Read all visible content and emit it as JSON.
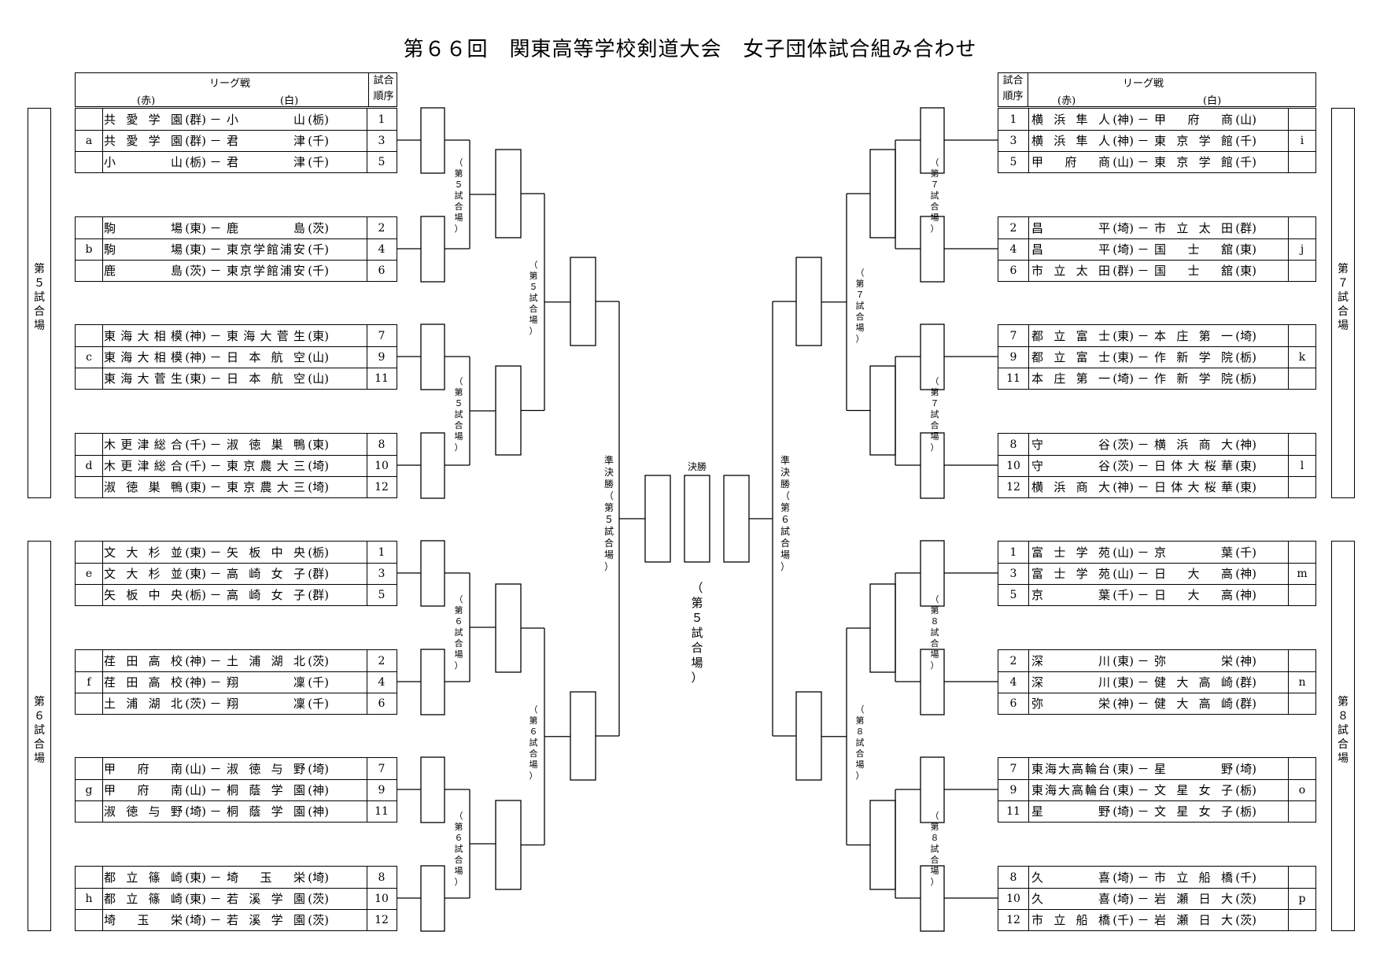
{
  "title": "第６６回　関東高等学校剣道大会　女子団体試合組み合わせ",
  "header": {
    "league": "リーグ戦",
    "red": "(赤)",
    "white": "(白)",
    "order": "試合順序"
  },
  "venues": {
    "left_top": "第５試合場",
    "left_bottom": "第６試合場",
    "right_top": "第７試合場",
    "right_bottom": "第８試合場"
  },
  "groups_left": [
    {
      "id": "a",
      "matches": [
        {
          "red": "共愛学園",
          "rp": "(群)",
          "white": "小山",
          "wp": "(栃)",
          "order": "1"
        },
        {
          "red": "共愛学園",
          "rp": "(群)",
          "white": "君津",
          "wp": "(千)",
          "order": "3"
        },
        {
          "red": "小山",
          "rp": "(栃)",
          "white": "君津",
          "wp": "(千)",
          "order": "5"
        }
      ]
    },
    {
      "id": "b",
      "matches": [
        {
          "red": "駒場",
          "rp": "(東)",
          "white": "鹿島",
          "wp": "(茨)",
          "order": "2"
        },
        {
          "red": "駒場",
          "rp": "(東)",
          "white": "東京学館浦安",
          "wp": "(千)",
          "order": "4"
        },
        {
          "red": "鹿島",
          "rp": "(茨)",
          "white": "東京学館浦安",
          "wp": "(千)",
          "order": "6"
        }
      ]
    },
    {
      "id": "c",
      "matches": [
        {
          "red": "東海大相模",
          "rp": "(神)",
          "white": "東海大菅生",
          "wp": "(東)",
          "order": "7"
        },
        {
          "red": "東海大相模",
          "rp": "(神)",
          "white": "日本航空",
          "wp": "(山)",
          "order": "9"
        },
        {
          "red": "東海大菅生",
          "rp": "(東)",
          "white": "日本航空",
          "wp": "(山)",
          "order": "11"
        }
      ]
    },
    {
      "id": "d",
      "matches": [
        {
          "red": "木更津総合",
          "rp": "(千)",
          "white": "淑徳巣鴨",
          "wp": "(東)",
          "order": "8"
        },
        {
          "red": "木更津総合",
          "rp": "(千)",
          "white": "東京農大三",
          "wp": "(埼)",
          "order": "10"
        },
        {
          "red": "淑徳巣鴨",
          "rp": "(東)",
          "white": "東京農大三",
          "wp": "(埼)",
          "order": "12"
        }
      ]
    },
    {
      "id": "e",
      "matches": [
        {
          "red": "文大杉並",
          "rp": "(東)",
          "white": "矢板中央",
          "wp": "(栃)",
          "order": "1"
        },
        {
          "red": "文大杉並",
          "rp": "(東)",
          "white": "高崎女子",
          "wp": "(群)",
          "order": "3"
        },
        {
          "red": "矢板中央",
          "rp": "(栃)",
          "white": "高崎女子",
          "wp": "(群)",
          "order": "5"
        }
      ]
    },
    {
      "id": "f",
      "matches": [
        {
          "red": "荏田高校",
          "rp": "(神)",
          "white": "土浦湖北",
          "wp": "(茨)",
          "order": "2"
        },
        {
          "red": "荏田高校",
          "rp": "(神)",
          "white": "翔凜",
          "wp": "(千)",
          "order": "4"
        },
        {
          "red": "土浦湖北",
          "rp": "(茨)",
          "white": "翔凜",
          "wp": "(千)",
          "order": "6"
        }
      ]
    },
    {
      "id": "g",
      "matches": [
        {
          "red": "甲府南",
          "rp": "(山)",
          "white": "淑徳与野",
          "wp": "(埼)",
          "order": "7"
        },
        {
          "red": "甲府南",
          "rp": "(山)",
          "white": "桐蔭学園",
          "wp": "(神)",
          "order": "9"
        },
        {
          "red": "淑徳与野",
          "rp": "(埼)",
          "white": "桐蔭学園",
          "wp": "(神)",
          "order": "11"
        }
      ]
    },
    {
      "id": "h",
      "matches": [
        {
          "red": "都立篠崎",
          "rp": "(東)",
          "white": "埼玉栄",
          "wp": "(埼)",
          "order": "8"
        },
        {
          "red": "都立篠崎",
          "rp": "(東)",
          "white": "若溪学園",
          "wp": "(茨)",
          "order": "10"
        },
        {
          "red": "埼玉栄",
          "rp": "(埼)",
          "white": "若溪学園",
          "wp": "(茨)",
          "order": "12"
        }
      ]
    }
  ],
  "groups_right": [
    {
      "id": "i",
      "matches": [
        {
          "red": "横浜隼人",
          "rp": "(神)",
          "white": "甲府商",
          "wp": "(山)",
          "order": "1"
        },
        {
          "red": "横浜隼人",
          "rp": "(神)",
          "white": "東京学館",
          "wp": "(千)",
          "order": "3"
        },
        {
          "red": "甲府商",
          "rp": "(山)",
          "white": "東京学館",
          "wp": "(千)",
          "order": "5"
        }
      ]
    },
    {
      "id": "j",
      "matches": [
        {
          "red": "昌平",
          "rp": "(埼)",
          "white": "市立太田",
          "wp": "(群)",
          "order": "2"
        },
        {
          "red": "昌平",
          "rp": "(埼)",
          "white": "国士舘",
          "wp": "(東)",
          "order": "4"
        },
        {
          "red": "市立太田",
          "rp": "(群)",
          "white": "国士舘",
          "wp": "(東)",
          "order": "6"
        }
      ]
    },
    {
      "id": "k",
      "matches": [
        {
          "red": "都立富士",
          "rp": "(東)",
          "white": "本庄第一",
          "wp": "(埼)",
          "order": "7"
        },
        {
          "red": "都立富士",
          "rp": "(東)",
          "white": "作新学院",
          "wp": "(栃)",
          "order": "9"
        },
        {
          "red": "本庄第一",
          "rp": "(埼)",
          "white": "作新学院",
          "wp": "(栃)",
          "order": "11"
        }
      ]
    },
    {
      "id": "l",
      "matches": [
        {
          "red": "守谷",
          "rp": "(茨)",
          "white": "横浜商大",
          "wp": "(神)",
          "order": "8"
        },
        {
          "red": "守谷",
          "rp": "(茨)",
          "white": "日体大桜華",
          "wp": "(東)",
          "order": "10"
        },
        {
          "red": "横浜商大",
          "rp": "(神)",
          "white": "日体大桜華",
          "wp": "(東)",
          "order": "12"
        }
      ]
    },
    {
      "id": "m",
      "matches": [
        {
          "red": "富士学苑",
          "rp": "(山)",
          "white": "京葉",
          "wp": "(千)",
          "order": "1"
        },
        {
          "red": "富士学苑",
          "rp": "(山)",
          "white": "日大高",
          "wp": "(神)",
          "order": "3"
        },
        {
          "red": "京葉",
          "rp": "(千)",
          "white": "日大高",
          "wp": "(神)",
          "order": "5"
        }
      ]
    },
    {
      "id": "n",
      "matches": [
        {
          "red": "深川",
          "rp": "(東)",
          "white": "弥栄",
          "wp": "(神)",
          "order": "2"
        },
        {
          "red": "深川",
          "rp": "(東)",
          "white": "健大高崎",
          "wp": "(群)",
          "order": "4"
        },
        {
          "red": "弥栄",
          "rp": "(神)",
          "white": "健大高崎",
          "wp": "(群)",
          "order": "6"
        }
      ]
    },
    {
      "id": "o",
      "matches": [
        {
          "red": "東海大高輪台",
          "rp": "(東)",
          "white": "星野",
          "wp": "(埼)",
          "order": "7"
        },
        {
          "red": "東海大高輪台",
          "rp": "(東)",
          "white": "文星女子",
          "wp": "(栃)",
          "order": "9"
        },
        {
          "red": "星野",
          "rp": "(埼)",
          "white": "文星女子",
          "wp": "(栃)",
          "order": "11"
        }
      ]
    },
    {
      "id": "p",
      "matches": [
        {
          "red": "久喜",
          "rp": "(埼)",
          "white": "市立船橋",
          "wp": "(千)",
          "order": "8"
        },
        {
          "red": "久喜",
          "rp": "(埼)",
          "white": "岩瀬日大",
          "wp": "(茨)",
          "order": "10"
        },
        {
          "red": "市立船橋",
          "rp": "(千)",
          "white": "岩瀬日大",
          "wp": "(茨)",
          "order": "12"
        }
      ]
    }
  ],
  "dash": "－",
  "bracket_labels": {
    "l5a": "（第５試合場）",
    "l5b": "（第５試合場）",
    "l5c": "（第５試合場）",
    "l6a": "（第６試合場）",
    "l6b": "（第６試合場）",
    "l6c": "（第６試合場）",
    "r7a": "（第７試合場）",
    "r7b": "（第７試合場）",
    "r7c": "（第７試合場）",
    "r8a": "（第８試合場）",
    "r8b": "（第８試合場）",
    "r8c": "（第８試合場）",
    "semi_left": "準決勝（第５試合場）",
    "semi_right": "準決勝（第６試合場）",
    "final": "決勝",
    "final_venue": "（第５試合場）"
  }
}
